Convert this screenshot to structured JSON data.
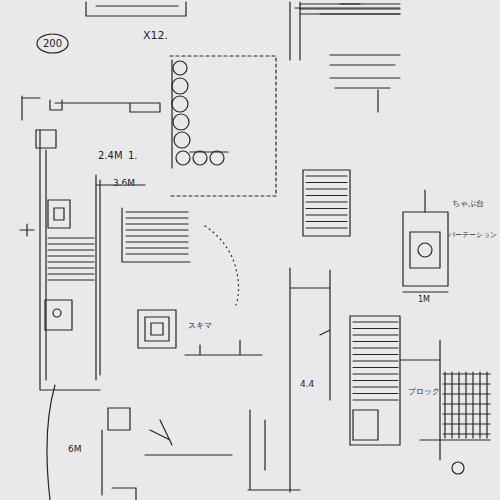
{
  "diagram": {
    "nodes": [
      {
        "text": [
          "200"
        ]
      }
    ],
    "labels": [
      "X12.",
      "2.4M",
      "1.",
      "3.6M",
      "4.4",
      "6M",
      "1M",
      "ちゃぶ台",
      "パーテーション",
      "スキマ",
      "ブロック"
    ]
  }
}
